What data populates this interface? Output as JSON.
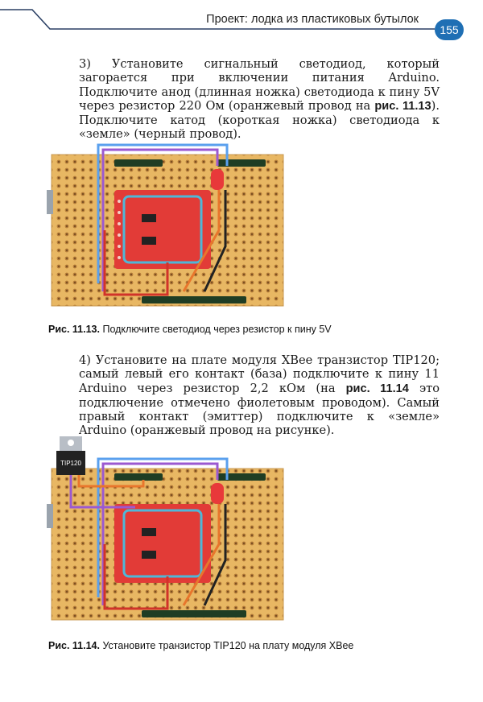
{
  "header": {
    "title": "Проект: лодка из пластиковых бутылок",
    "page_number": "155"
  },
  "step3": {
    "text_before": "3) Установите сигнальный светодиод, который загорается при включении питания Arduino. Подключите анод (длинная ножка) светодиода к пину 5V через резистор 220 Ом (оранжевый провод на ",
    "ref": "рис. 11.13",
    "text_after": "). Подключите катод (короткая ножка) светодиода к «земле» (черный провод)."
  },
  "figure1": {
    "label": "Рис. 11.13.",
    "caption": " Подключите светодиод через резистор к пину 5V"
  },
  "step4": {
    "text_before": "4) Установите на плате модуля XBee транзистор TIP120; самый левый его контакт (база) подключите к пину 11 Arduino через резистор 2,2 кОм (на ",
    "ref": "рис. 11.14",
    "text_after": " это подключение отмечено фиолетовым проводом). Самый правый контакт (эмиттер) подключите к «земле» Arduino (оранжевый провод на рисунке)."
  },
  "figure2": {
    "label": "Рис. 11.14.",
    "caption": " Установите транзистор TIP120 на плату модуля XBee",
    "transistor_label": "TIP120"
  },
  "colors": {
    "accent": "#1f6fb4",
    "board": "#e8b763",
    "module": "#e23b37",
    "wire_blue": "#5aa0ee",
    "wire_purple": "#9b59d0",
    "wire_orange": "#e8762c",
    "wire_black": "#222222",
    "wire_red": "#d1332a",
    "header_green": "#1f3d24"
  }
}
